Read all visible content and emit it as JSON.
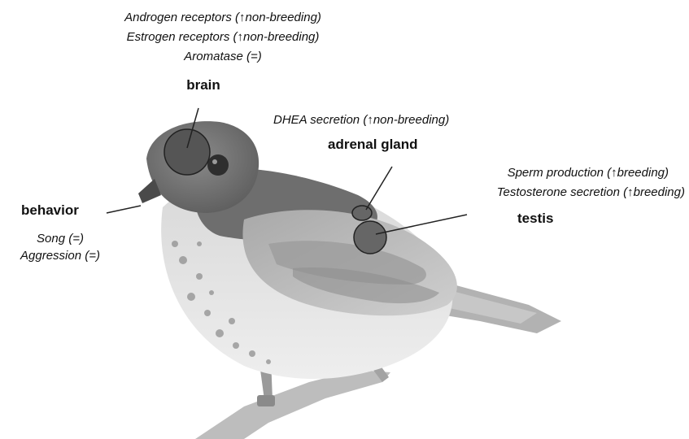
{
  "brain": {
    "notes": [
      "Androgen receptors (↑non-breeding)",
      "Estrogen receptors (↑non-breeding)",
      "Aromatase (=)"
    ],
    "title": "brain"
  },
  "adrenal": {
    "note": "DHEA secretion (↑non-breeding)",
    "title": "adrenal gland"
  },
  "testis": {
    "notes": [
      "Sperm production (↑breeding)",
      "Testosterone secretion (↑breeding)"
    ],
    "title": "testis"
  },
  "behavior": {
    "title": "behavior",
    "notes": [
      "Song (=)",
      "Aggression (=)"
    ]
  }
}
